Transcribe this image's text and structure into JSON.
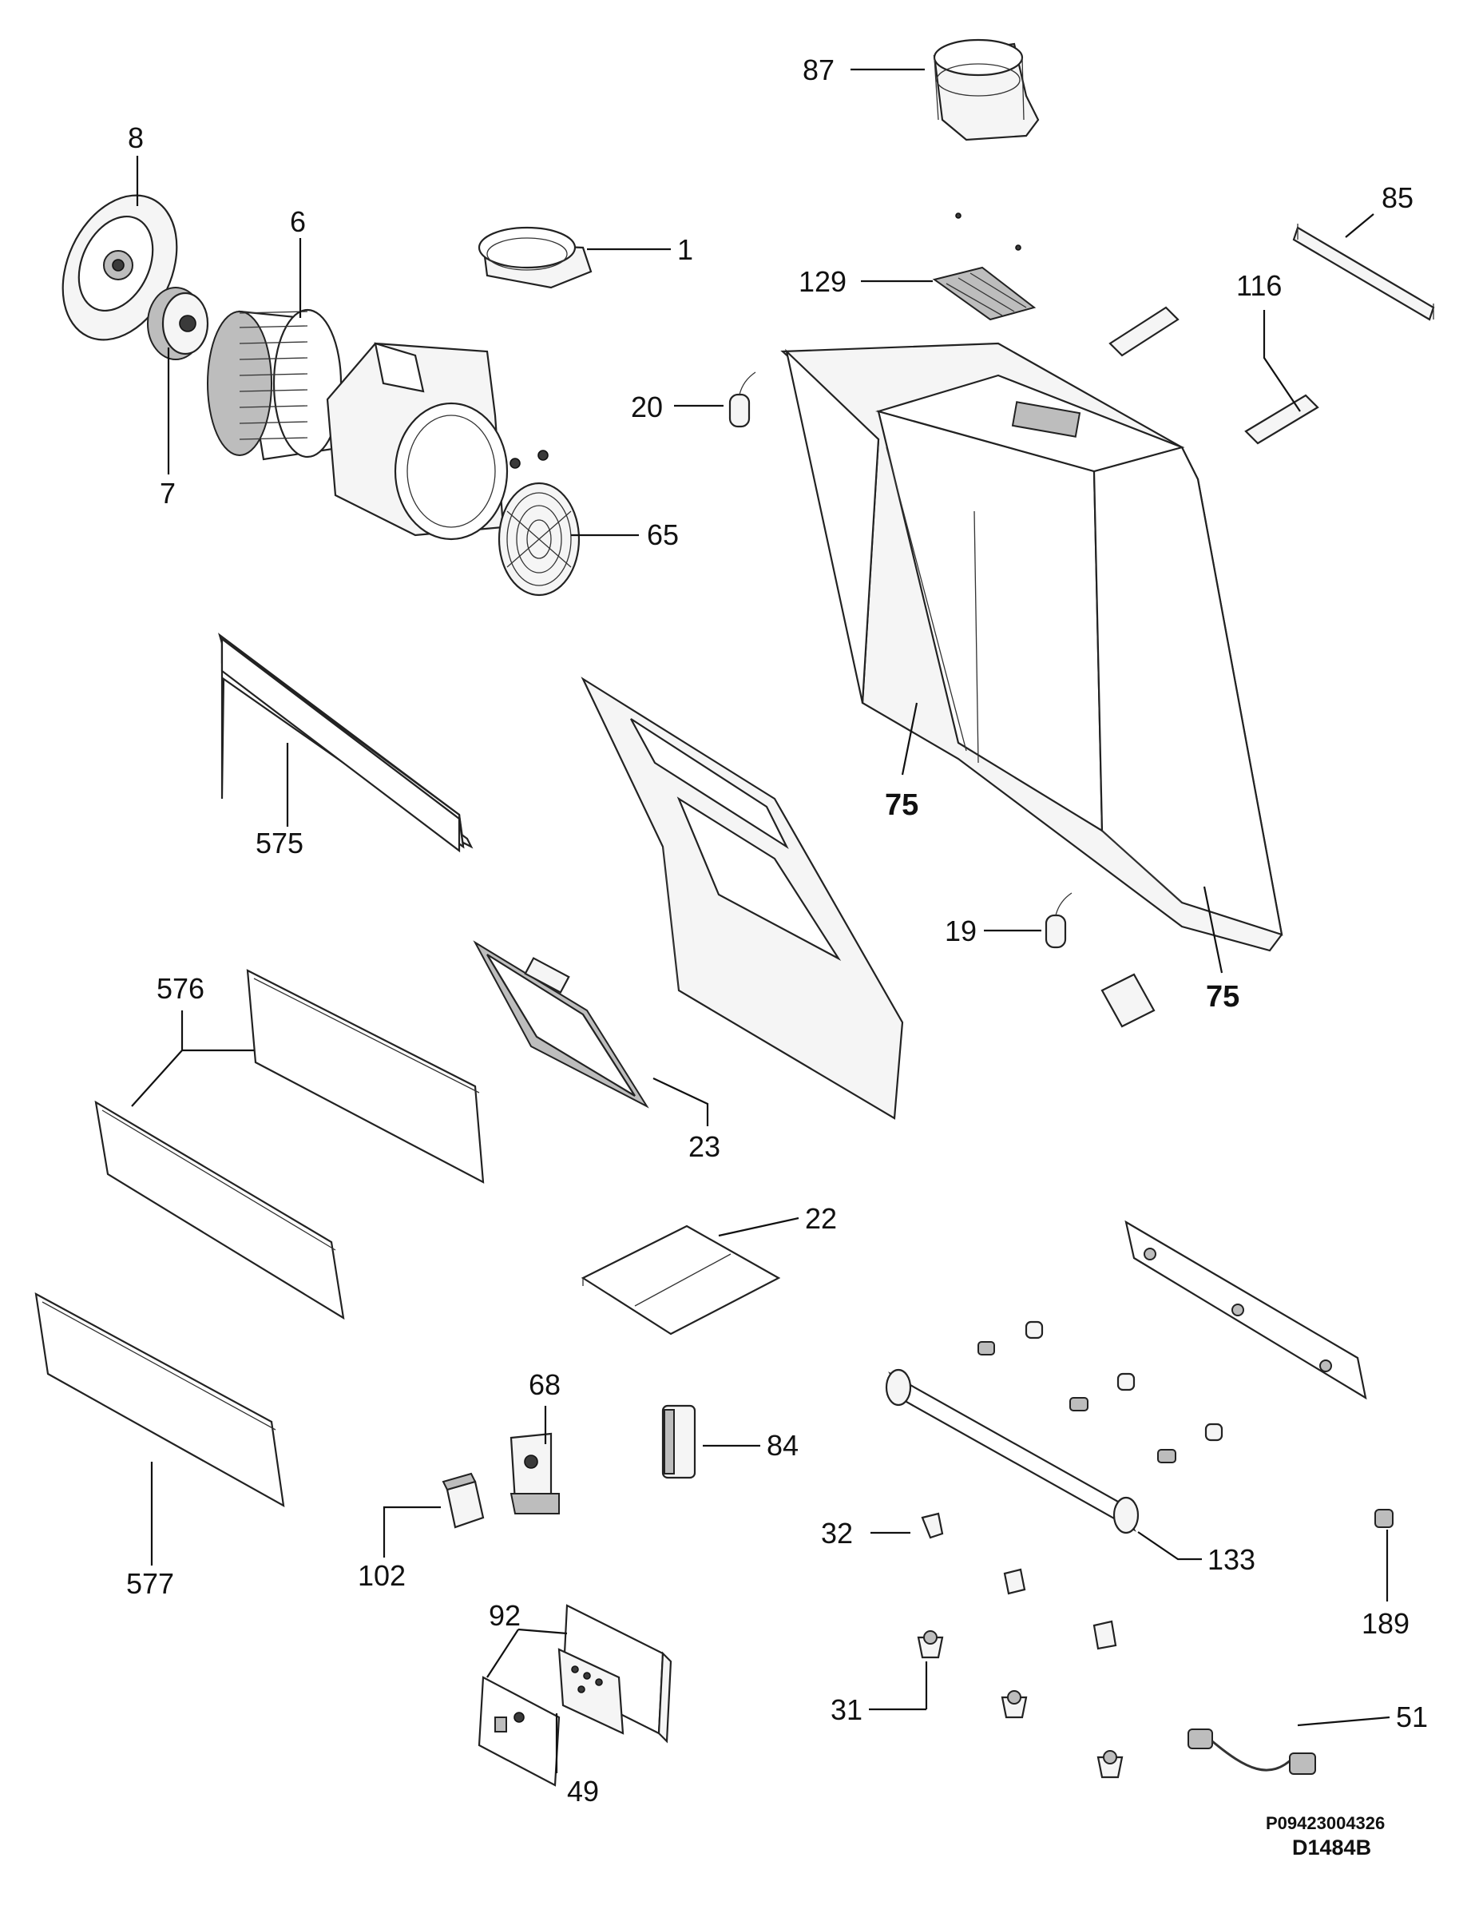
{
  "labels": {
    "p87": "87",
    "p8": "8",
    "p6": "6",
    "p1": "1",
    "p85": "85",
    "p129": "129",
    "p116": "116",
    "p20": "20",
    "p7": "7",
    "p65": "65",
    "p575": "575",
    "p75a": "75",
    "p75b": "75",
    "p19": "19",
    "p576": "576",
    "p23": "23",
    "p22": "22",
    "p68": "68",
    "p84": "84",
    "p577": "577",
    "p102": "102",
    "p32": "32",
    "p133": "133",
    "p189": "189",
    "p92": "92",
    "p31": "31",
    "p51": "51",
    "p49": "49"
  },
  "footer": {
    "doc_code": "P09423004326",
    "drawing_id": "D1484B"
  }
}
